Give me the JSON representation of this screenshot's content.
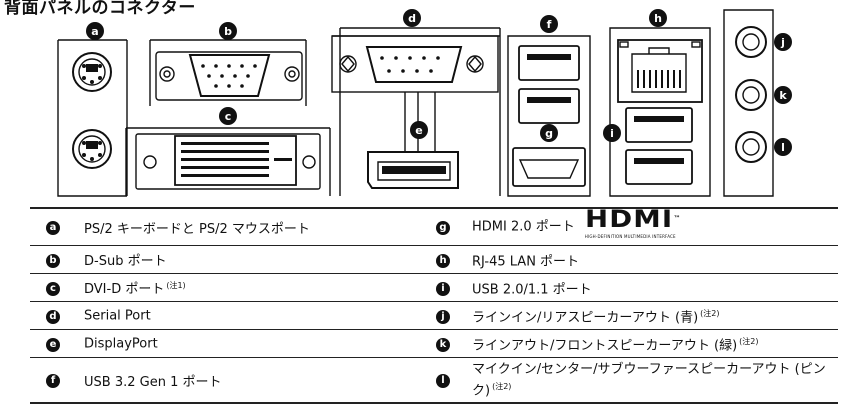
{
  "title": "背面パネルのコネクター",
  "badges": [
    "a",
    "b",
    "c",
    "d",
    "e",
    "f",
    "g",
    "h",
    "i",
    "j",
    "k",
    "l"
  ],
  "table": {
    "rows": [
      {
        "left_badge": "a",
        "left": "PS/2 キーボードと PS/2 マウスポート",
        "left_note": "",
        "right_badge": "g",
        "right": "HDMI 2.0 ポート",
        "right_note": ""
      },
      {
        "left_badge": "b",
        "left": "D-Sub ポート",
        "left_note": "",
        "right_badge": "h",
        "right": "RJ-45 LAN ポート",
        "right_note": ""
      },
      {
        "left_badge": "c",
        "left": "DVI-D ポート",
        "left_note": "(注1)",
        "right_badge": "i",
        "right": "USB 2.0/1.1 ポート",
        "right_note": ""
      },
      {
        "left_badge": "d",
        "left": "Serial Port",
        "left_note": "",
        "right_badge": "j",
        "right": "ラインイン/リアスピーカーアウト (青)",
        "right_note": "(注2)"
      },
      {
        "left_badge": "e",
        "left": "DisplayPort",
        "left_note": "",
        "right_badge": "k",
        "right": "ラインアウト/フロントスピーカーアウト (緑)",
        "right_note": "(注2)"
      },
      {
        "left_badge": "f",
        "left": "USB 3.2 Gen 1 ポート",
        "left_note": "",
        "right_badge": "l",
        "right": "マイクイン/センター/サブウーファースピーカーアウト (ピンク)",
        "right_note": "(注2)"
      }
    ]
  },
  "hdmi_logo": {
    "mark": "HDMI",
    "tm": "™",
    "tagline": "HIGH-DEFINITION MULTIMEDIA INTERFACE"
  }
}
